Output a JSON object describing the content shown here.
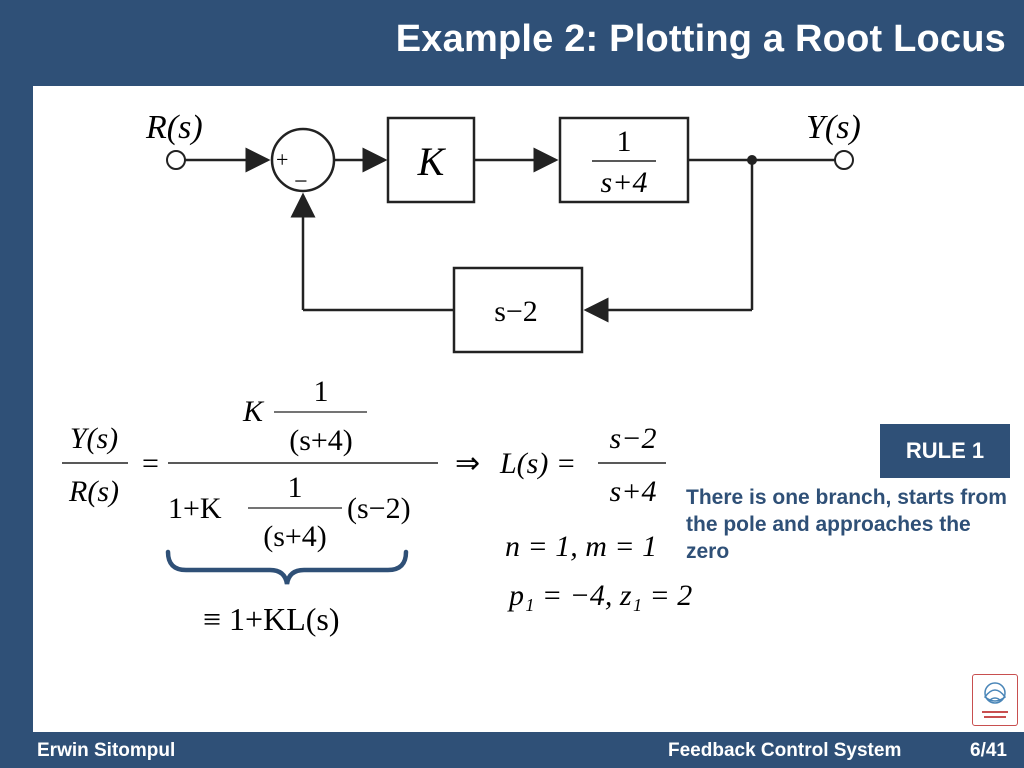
{
  "slide": {
    "title": "Example 2: Plotting a Root Locus",
    "footer": {
      "author": "Erwin Sitompul",
      "course": "Feedback Control System",
      "page": "6/41"
    }
  },
  "diagram": {
    "input_label": "R(s)",
    "output_label": "Y(s)",
    "sum_plus": "+",
    "sum_minus": "−",
    "gain_block": "K",
    "plant_num": "1",
    "plant_den": "s+4",
    "feedback_block": "s−2"
  },
  "equations": {
    "lhs_num": "Y(s)",
    "lhs_den": "R(s)",
    "equals": "=",
    "big_num_k": "K",
    "big_num_frac_num": "1",
    "big_num_frac_den": "(s+4)",
    "big_den_prefix": "1+K",
    "big_den_frac_num": "1",
    "big_den_frac_den": "(s+4)",
    "big_den_suffix": "(s−2)",
    "brace_result": "≡ 1+KL(s)",
    "implies": "⇒",
    "loop_lhs": "L(s) =",
    "loop_num": "s−2",
    "loop_den": "s+4",
    "nm": "n = 1,  m = 1",
    "pz": "p₁ = −4,  z₁ = 2"
  },
  "rule": {
    "badge": "RULE 1",
    "text": "There is one branch, starts from the pole and approaches the zero"
  },
  "colors": {
    "accent": "#2f5077",
    "logo_border": "#c84f4f"
  }
}
